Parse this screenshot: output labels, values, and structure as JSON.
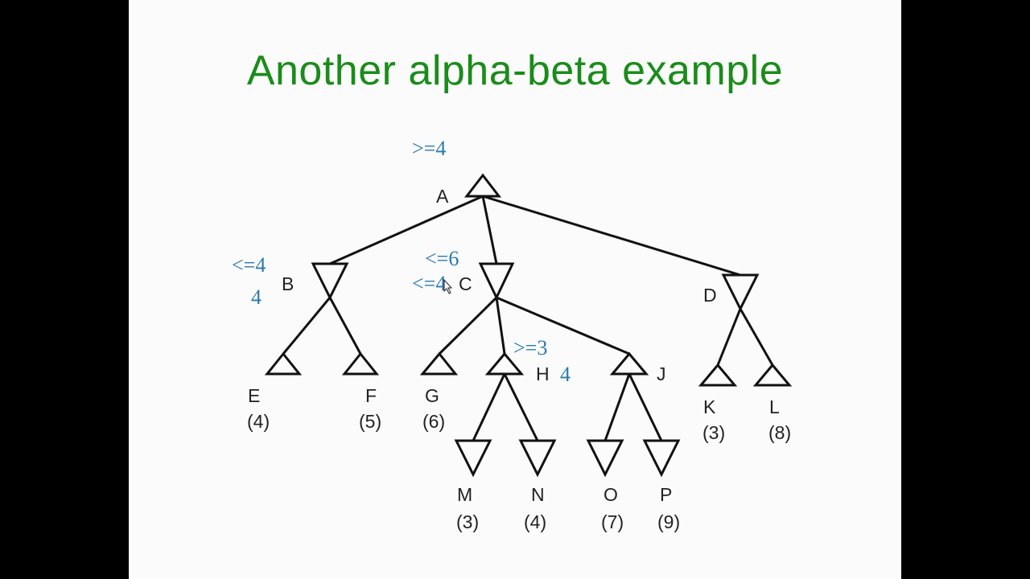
{
  "slide": {
    "title": "Another alpha-beta example"
  },
  "tree": {
    "nodes": {
      "A": {
        "label": "A",
        "type": "max"
      },
      "B": {
        "label": "B",
        "type": "min"
      },
      "C": {
        "label": "C",
        "type": "min"
      },
      "D": {
        "label": "D",
        "type": "min"
      },
      "E": {
        "label": "E",
        "type": "max",
        "value": "(4)"
      },
      "F": {
        "label": "F",
        "type": "max",
        "value": "(5)"
      },
      "G": {
        "label": "G",
        "type": "max",
        "value": "(6)"
      },
      "H": {
        "label": "H",
        "type": "max"
      },
      "J": {
        "label": "J",
        "type": "max"
      },
      "K": {
        "label": "K",
        "type": "max",
        "value": "(3)"
      },
      "L": {
        "label": "L",
        "type": "max",
        "value": "(8)"
      },
      "M": {
        "label": "M",
        "type": "min",
        "value": "(3)"
      },
      "N": {
        "label": "N",
        "type": "min",
        "value": "(4)"
      },
      "O": {
        "label": "O",
        "type": "min",
        "value": "(7)"
      },
      "P": {
        "label": "P",
        "type": "min",
        "value": "(9)"
      }
    },
    "edges": [
      [
        "A",
        "B"
      ],
      [
        "A",
        "C"
      ],
      [
        "A",
        "D"
      ],
      [
        "B",
        "E"
      ],
      [
        "B",
        "F"
      ],
      [
        "C",
        "G"
      ],
      [
        "C",
        "H"
      ],
      [
        "C",
        "J"
      ],
      [
        "D",
        "K"
      ],
      [
        "D",
        "L"
      ],
      [
        "H",
        "M"
      ],
      [
        "H",
        "N"
      ],
      [
        "J",
        "O"
      ],
      [
        "J",
        "P"
      ]
    ],
    "annotations": {
      "A_bound": ">=4",
      "B_bound": "<=4",
      "B_value": "4",
      "C_bound1": "<=6",
      "C_bound2": "<=4",
      "H_bound": ">=3",
      "H_value": "4"
    }
  }
}
